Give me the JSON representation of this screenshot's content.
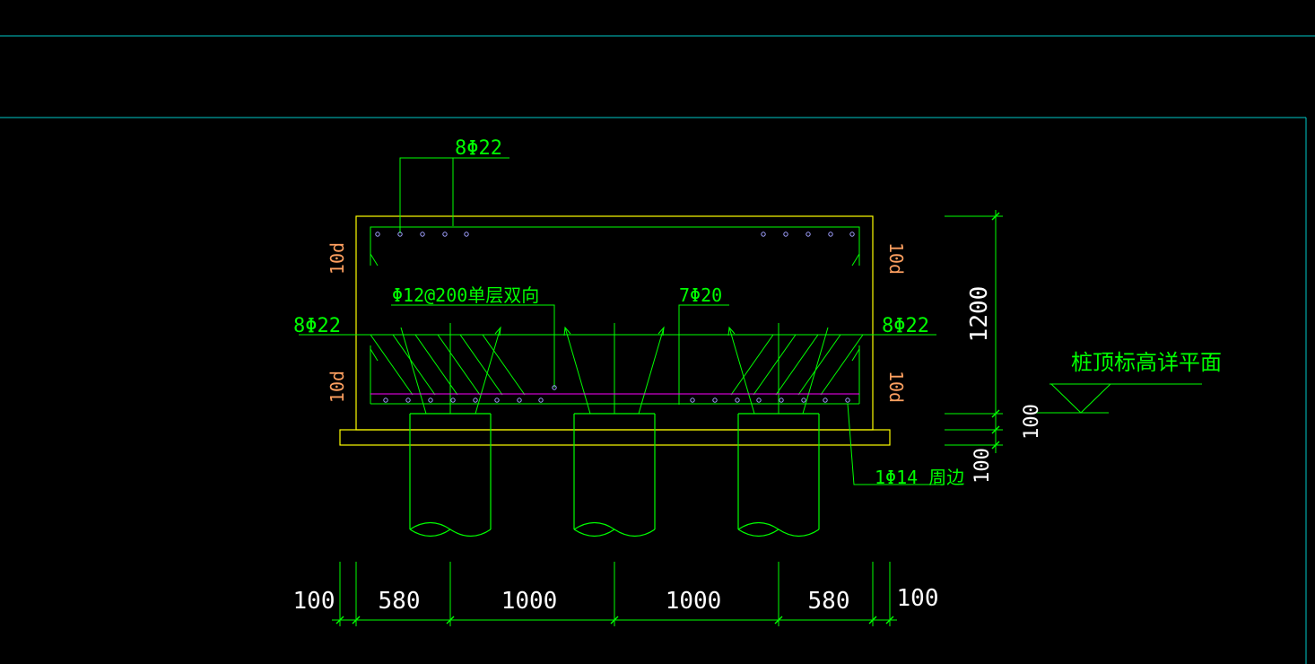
{
  "colors": {
    "background": "#000000",
    "frame": "#00c8c8",
    "concrete": "#ffff00",
    "rebar": "#00ff00",
    "rebar_dots": "#a0a0ff",
    "magenta": "#ff00ff",
    "orange_text": "#ffa060",
    "white_text": "#ffffff"
  },
  "labels": {
    "top_bars": "8Φ22",
    "mesh": "Φ12@200单层双向",
    "middle_bars": "7Φ20",
    "side_left": "8Φ22",
    "side_right": "8Φ22",
    "anchorage_top_left": "10d",
    "anchorage_bottom_left": "10d",
    "anchorage_top_right": "10d",
    "anchorage_bottom_right": "10d",
    "perimeter_bar": "1Φ14 周边",
    "elevation_title": "桩顶标高详平面"
  },
  "dimensions": {
    "horizontal": [
      "100",
      "580",
      "1000",
      "1000",
      "580",
      "100"
    ],
    "vertical_height": "1200",
    "vertical_embed": "100",
    "vertical_cushion": "100"
  }
}
